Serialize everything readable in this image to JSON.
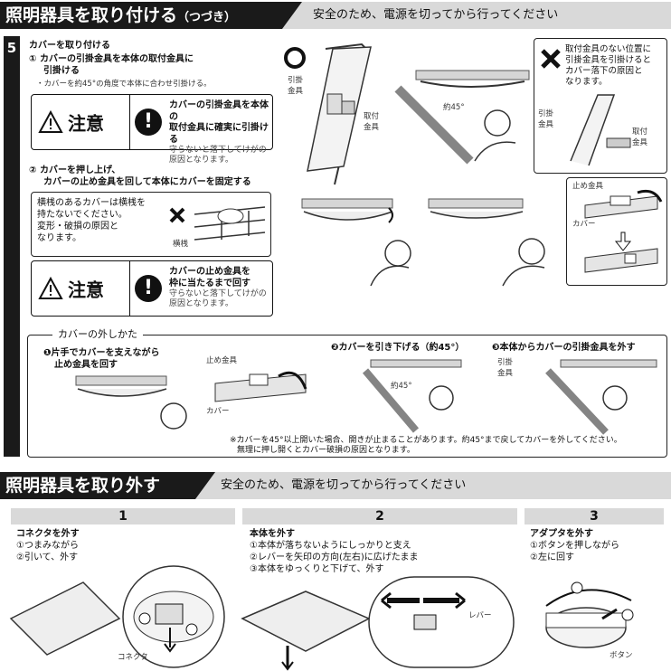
{
  "header1": {
    "title": "照明器具を取り付ける",
    "title_suffix": "（つづき）",
    "note": "安全のため、電源を切ってから行ってください"
  },
  "step5": {
    "number": "5",
    "heading": "カバーを取り付ける",
    "sub1_line1": "① カバーの引掛金具を本体の取付金具に",
    "sub1_line2": "引掛ける",
    "sub1_note": "・カバーを約45°の角度で本体に合わせ引掛ける。",
    "caution1": {
      "label": "注意",
      "line1": "カバーの引掛金具を本体の",
      "line2": "取付金具に確実に引掛ける",
      "sub1": "守らないと落下してけがの",
      "sub2": "原因となります。"
    },
    "sub2_line1": "② カバーを押し上げ、",
    "sub2_line2": "カバーの止め金具を回して本体にカバーを固定する",
    "note_box": {
      "line1": "横桟のあるカバーは横桟を",
      "line2": "持たないでください。",
      "line3": "変形・破損の原因と",
      "line4": "なります。",
      "label": "横桟"
    },
    "caution2": {
      "label": "注意",
      "line1": "カバーの止め金具を",
      "line2": "枠に当たるまで回す",
      "sub1": "守らないと落下してけがの",
      "sub2": "原因となります。"
    },
    "fig_labels": {
      "hikkake": "引掛",
      "kanagu": "金具",
      "toritsuke": "取付",
      "kanagu2": "金具",
      "angle": "約45°",
      "tome": "止め金具",
      "cover": "カバー"
    },
    "warn_box": {
      "line1": "取付金具のない位置に",
      "line2": "引掛金具を引掛けると",
      "line3": "カバー落下の原因と",
      "line4": "なります。",
      "hikkake": "引掛",
      "kanagu": "金具",
      "toritsuke": "取付",
      "kanagu2": "金具"
    },
    "removal": {
      "title": "カバーの外しかた",
      "s1_line1": "❶片手でカバーを支えながら",
      "s1_line2": "止め金具を回す",
      "s2": "❷カバーを引き下げる（約45°）",
      "s3": "❸本体からカバーの引掛金具を外す",
      "tome": "止め金具",
      "cover": "カバー",
      "angle": "約45°",
      "hikkake": "引掛",
      "kanagu": "金具",
      "foot1": "※カバーを45°以上開いた場合、開きが止まることがあります。約45°まで戻してカバーを外してください。",
      "foot2": "無理に押し開くとカバー破損の原因となります。"
    }
  },
  "header2": {
    "title": "照明器具を取り外す",
    "note": "安全のため、電源を切ってから行ってください"
  },
  "steps": [
    {
      "num": "1",
      "title": "コネクタを外す",
      "l1": "①つまみながら",
      "l2": "②引いて、外す",
      "l3": "",
      "label": "コネクタ"
    },
    {
      "num": "2",
      "title": "本体を外す",
      "l1": "①本体が落ちないようにしっかりと支え",
      "l2": "②レバーを矢印の方向(左右)に広げたまま",
      "l3": "③本体をゆっくりと下げて、外す",
      "label": "レバー"
    },
    {
      "num": "3",
      "title": "アダプタを外す",
      "l1": "①ボタンを押しながら",
      "l2": "②左に回す",
      "l3": "",
      "label": "ボタン"
    }
  ]
}
